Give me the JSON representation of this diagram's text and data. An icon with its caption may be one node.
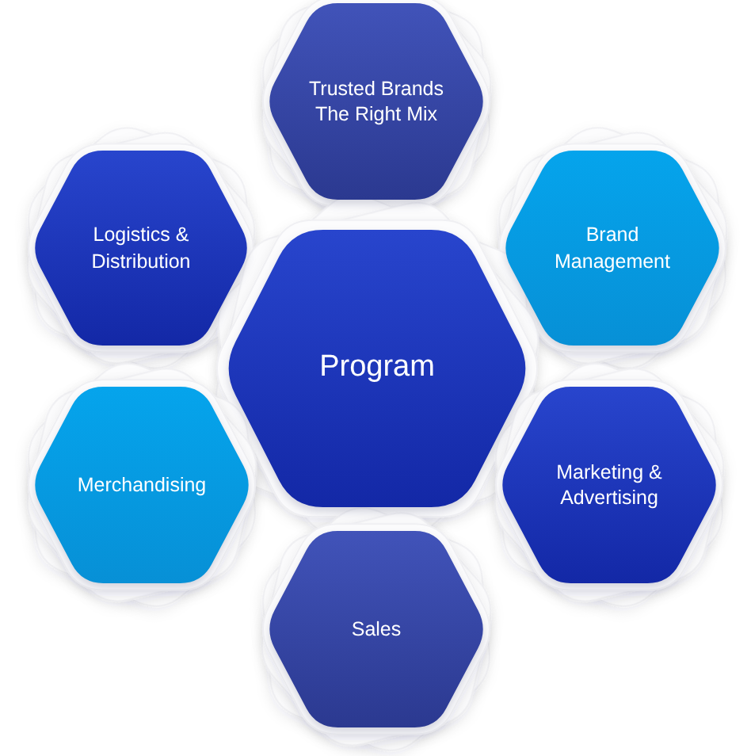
{
  "diagram": {
    "nodes": [
      {
        "text": [
          "Trusted Brands",
          "The Right Mix"
        ]
      },
      {
        "text": [
          "Logistics & Distribution"
        ]
      },
      {
        "text": [
          "Brand Management"
        ]
      },
      {
        "text": [
          "Program"
        ]
      },
      {
        "text": [
          "Merchandising"
        ]
      },
      {
        "text": [
          "Marketing & Advertising"
        ]
      },
      {
        "text": [
          "Sales"
        ]
      }
    ]
  }
}
